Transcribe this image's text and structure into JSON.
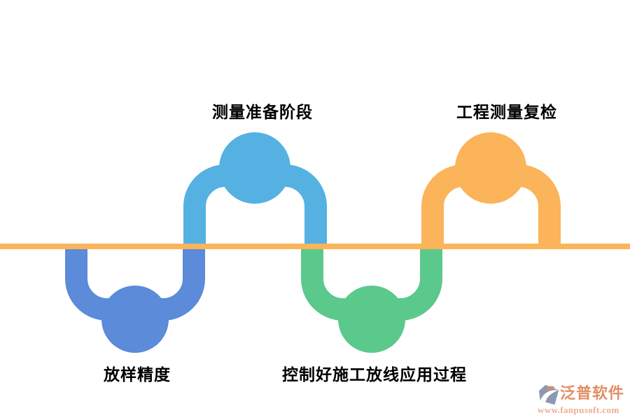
{
  "diagram": {
    "type": "snake-process-flow",
    "background": "#FFFFFF",
    "baseline": {
      "color": "#FBB459"
    },
    "label_color": "#000000",
    "steps": [
      {
        "label": "放样精度",
        "color": "#5B8BD9",
        "side": "below"
      },
      {
        "label": "测量准备阶段",
        "color": "#54B1E2",
        "side": "above"
      },
      {
        "label": "控制好施工放线应用过程",
        "color": "#5CC98C",
        "side": "below"
      },
      {
        "label": "工程测量复检",
        "color": "#FBB459",
        "side": "above"
      }
    ]
  },
  "branding": {
    "logo_icon": "fanpu-swoosh-icon",
    "logo_icon_color": "#8D99B3",
    "logo_icon_accent": "#E08A5F",
    "logo_text": "泛普软件",
    "logo_text_color": "#E28E67",
    "website": "www.fanpusoft.com",
    "website_color": "#EFAB92"
  }
}
